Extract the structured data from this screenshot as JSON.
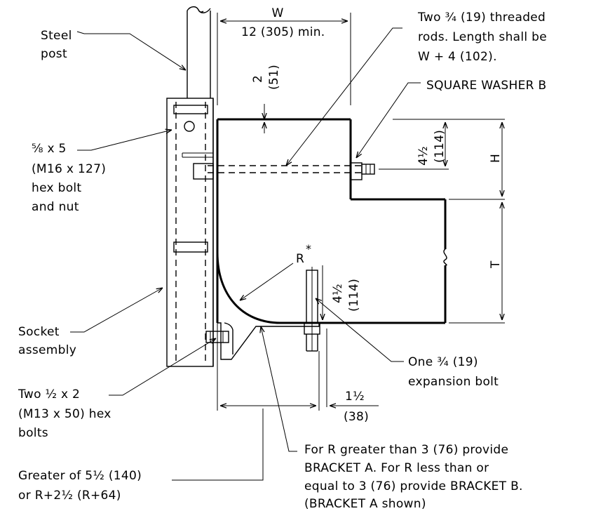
{
  "labels": {
    "steel_post": [
      "Steel",
      "post"
    ],
    "dim_w": "W",
    "dim_w_min": "12 (305) min.",
    "threaded_rods": [
      "Two  ¾ (19) threaded",
      "rods.  Length shall be",
      "W + 4 (102)."
    ],
    "square_washer": "SQUARE WASHER B",
    "dim_2": "2",
    "dim_51": "(51)",
    "hex_bolt": [
      "⅝ x 5",
      "(M16 x 127)",
      "hex bolt",
      "and nut"
    ],
    "dim_4half_top": "4½",
    "dim_114_top": "(114)",
    "dim_h": "H",
    "dim_t": "T",
    "radius": "R",
    "radius_note": "*",
    "dim_4half_bottom": "4½",
    "dim_114_bottom": "(114)",
    "socket_assembly": [
      "Socket",
      "assembly"
    ],
    "expansion_bolt": [
      "One ¾ (19)",
      "expansion bolt"
    ],
    "two_hex_bolts": [
      "Two ½ x 2",
      "(M13 x 50) hex",
      "bolts"
    ],
    "dim_1half": "1½",
    "dim_38": "(38)",
    "bracket_note": [
      "For R greater than 3 (76) provide",
      "BRACKET A.  For R less than or",
      "equal to 3 (76) provide BRACKET B.",
      "(BRACKET A shown)"
    ],
    "greater_of": [
      "Greater of 5½ (140)",
      "or R+2½ (R+64)"
    ]
  }
}
